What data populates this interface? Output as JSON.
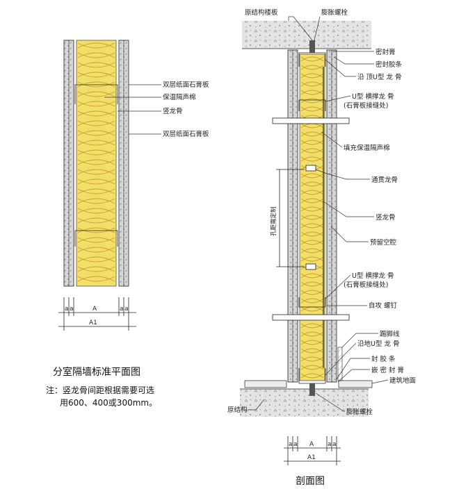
{
  "plan": {
    "labels": [
      "双层纸面石膏板",
      "保温隔声棉",
      "竖龙骨",
      "双层纸面石膏板"
    ],
    "dims": {
      "a": "a",
      "A": "A",
      "A1": "A1"
    },
    "title": "分室隔墙标准平面图",
    "note_line1": "注：竖龙骨间距根据需要可选",
    "note_line2": "用600、400或300mm。"
  },
  "section": {
    "top_left_label": "原结构楼板",
    "top_right_label": "膨胀螺栓",
    "labels_right": [
      "密封膏",
      "密封胶条",
      "沿 顶U型 龙 骨",
      "U型 横撑龙 骨",
      "(石膏板接缝处)",
      "填充保温隔声棉",
      "通贯龙骨",
      "竖龙骨",
      "预留空腔",
      "U型 横撑龙 骨",
      "(石膏板接缝处)",
      "自攻 螺钉",
      "踢脚线",
      "沿地U型 龙 骨",
      "封 胶 条",
      "嵌 密 封 膏",
      "建筑地面"
    ],
    "bottom_left_label": "原结构",
    "bottom_right_label": "膨胀螺栓",
    "hole_spacing_label": "孔距需定制",
    "dims": {
      "a": "a",
      "A": "A",
      "A1": "A1"
    },
    "title": "剖面图"
  },
  "colors": {
    "insulation": "#f2de6a",
    "insulation_line": "#c9a227",
    "board": "#cfcfcf",
    "concrete": "#e2e2e2",
    "ink": "#222222"
  }
}
